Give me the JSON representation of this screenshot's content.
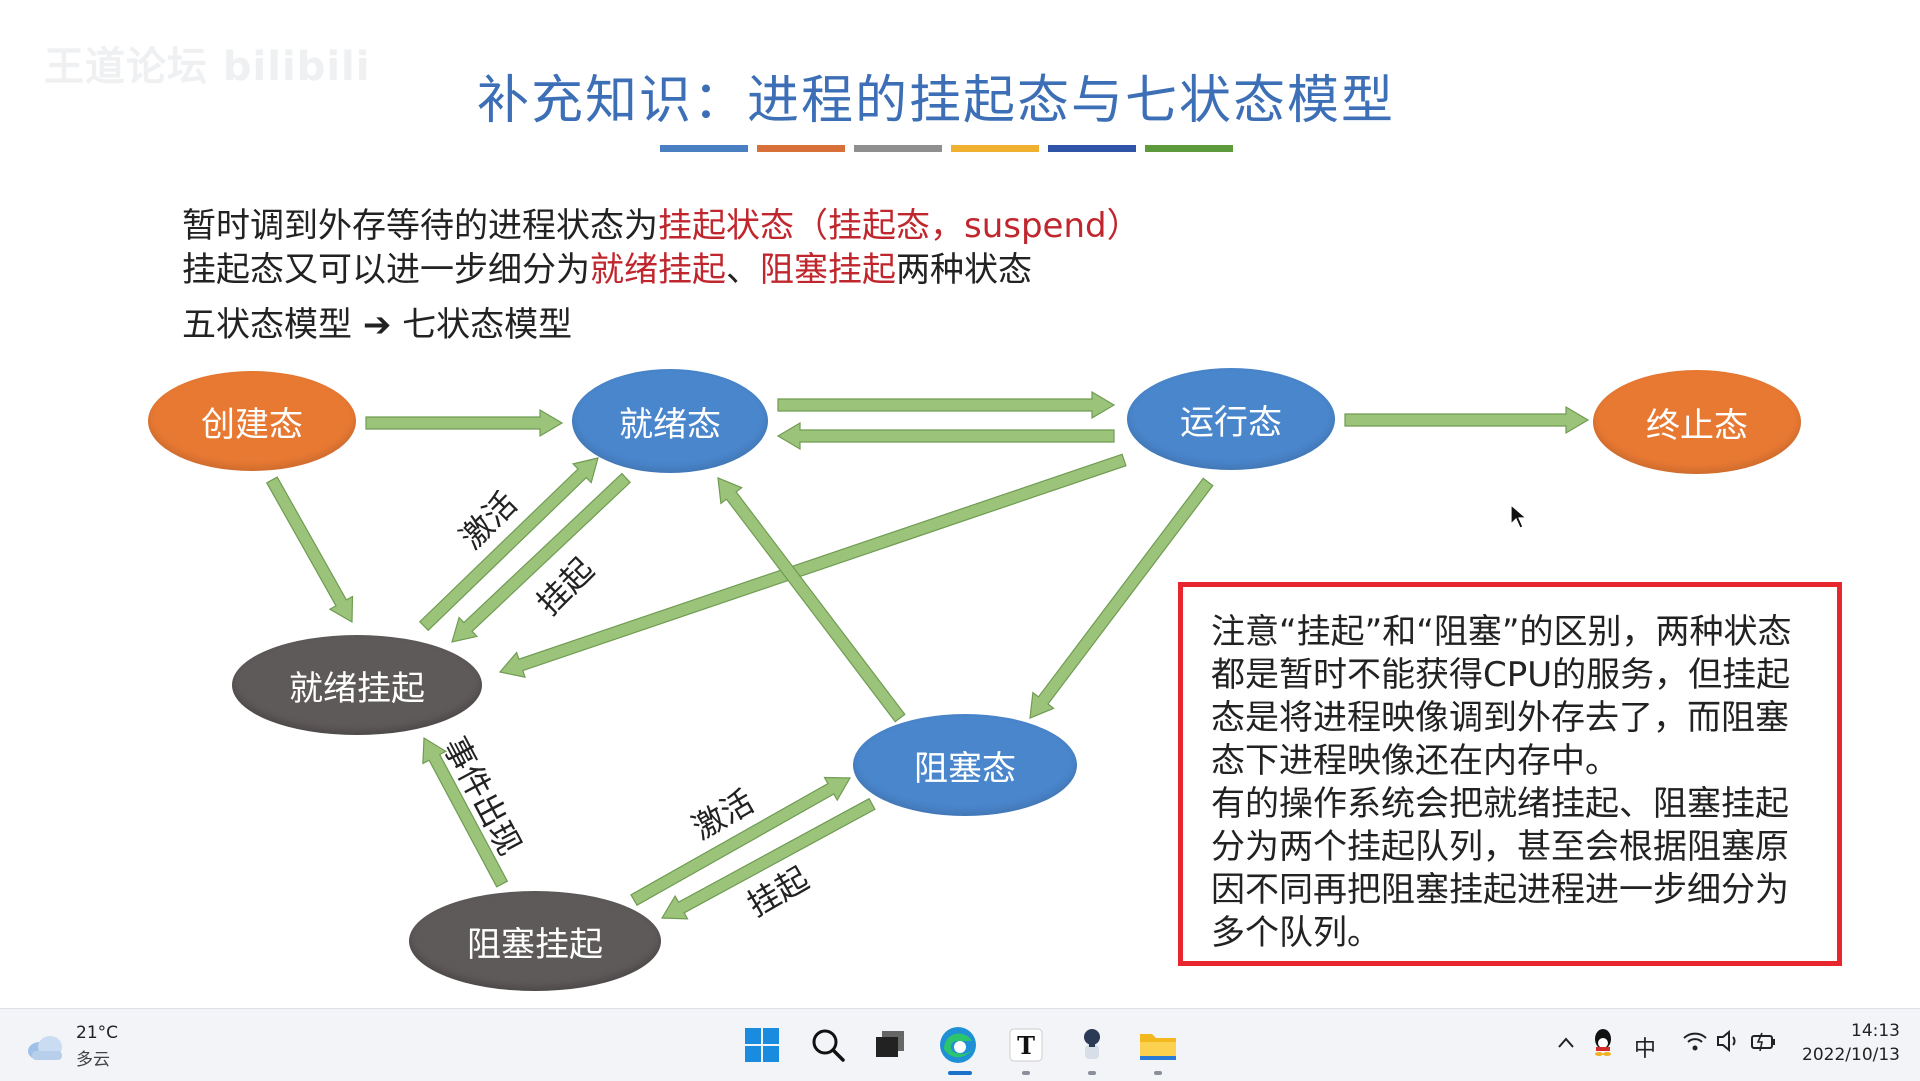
{
  "slide": {
    "watermark": "王道论坛 bilibili",
    "title": "补充知识：进程的挂起态与七状态模型",
    "accent_colors": [
      "#4a7fc1",
      "#d8703a",
      "#8f8f8f",
      "#f0b030",
      "#2f54a8",
      "#5d9a3c"
    ],
    "line1": {
      "prefix": "暂时调到外存等待的进程状态为",
      "highlight": "挂起状态（挂起态，suspend）"
    },
    "line2": {
      "prefix": "挂起态又可以进一步细分为",
      "h1": "就绪挂起",
      "sep": "、",
      "h2": "阻塞挂起",
      "suffix": "两种状态"
    },
    "line3": {
      "left": "五状态模型",
      "arrow": "➔",
      "right": "七状态模型"
    }
  },
  "diagram": {
    "nodes": {
      "create": "创建态",
      "ready": "就绪态",
      "running": "运行态",
      "terminated": "终止态",
      "ready_suspend": "就绪挂起",
      "blocked": "阻塞态",
      "blocked_suspend": "阻塞挂起"
    },
    "edge_labels": {
      "activate_upper": "激活",
      "suspend_upper": "挂起",
      "event_occurs": "事件出现",
      "activate_lower": "激活",
      "suspend_lower": "挂起"
    },
    "arrow_color": "#9bc47a",
    "arrow_stroke": "#6f9b52"
  },
  "note": {
    "paragraph1": "注意“挂起”和“阻塞”的区别，两种状态都是暂时不能获得CPU的服务，但挂起态是将进程映像调到外存去了，而阻塞态下进程映像还在内存中。",
    "paragraph2": "有的操作系统会把就绪挂起、阻塞挂起分为两个挂起队列，甚至会根据阻塞原因不同再把阻塞挂起进程进一步细分为多个队列。"
  },
  "taskbar": {
    "weather_temp": "21°C",
    "weather_desc": "多云",
    "ime": "中",
    "time": "14:13",
    "date": "2022/10/13",
    "pinned_icons": [
      "windows-start-icon",
      "search-icon",
      "task-view-icon",
      "edge-browser-icon",
      "typora-icon",
      "app-icon",
      "file-explorer-icon"
    ]
  }
}
